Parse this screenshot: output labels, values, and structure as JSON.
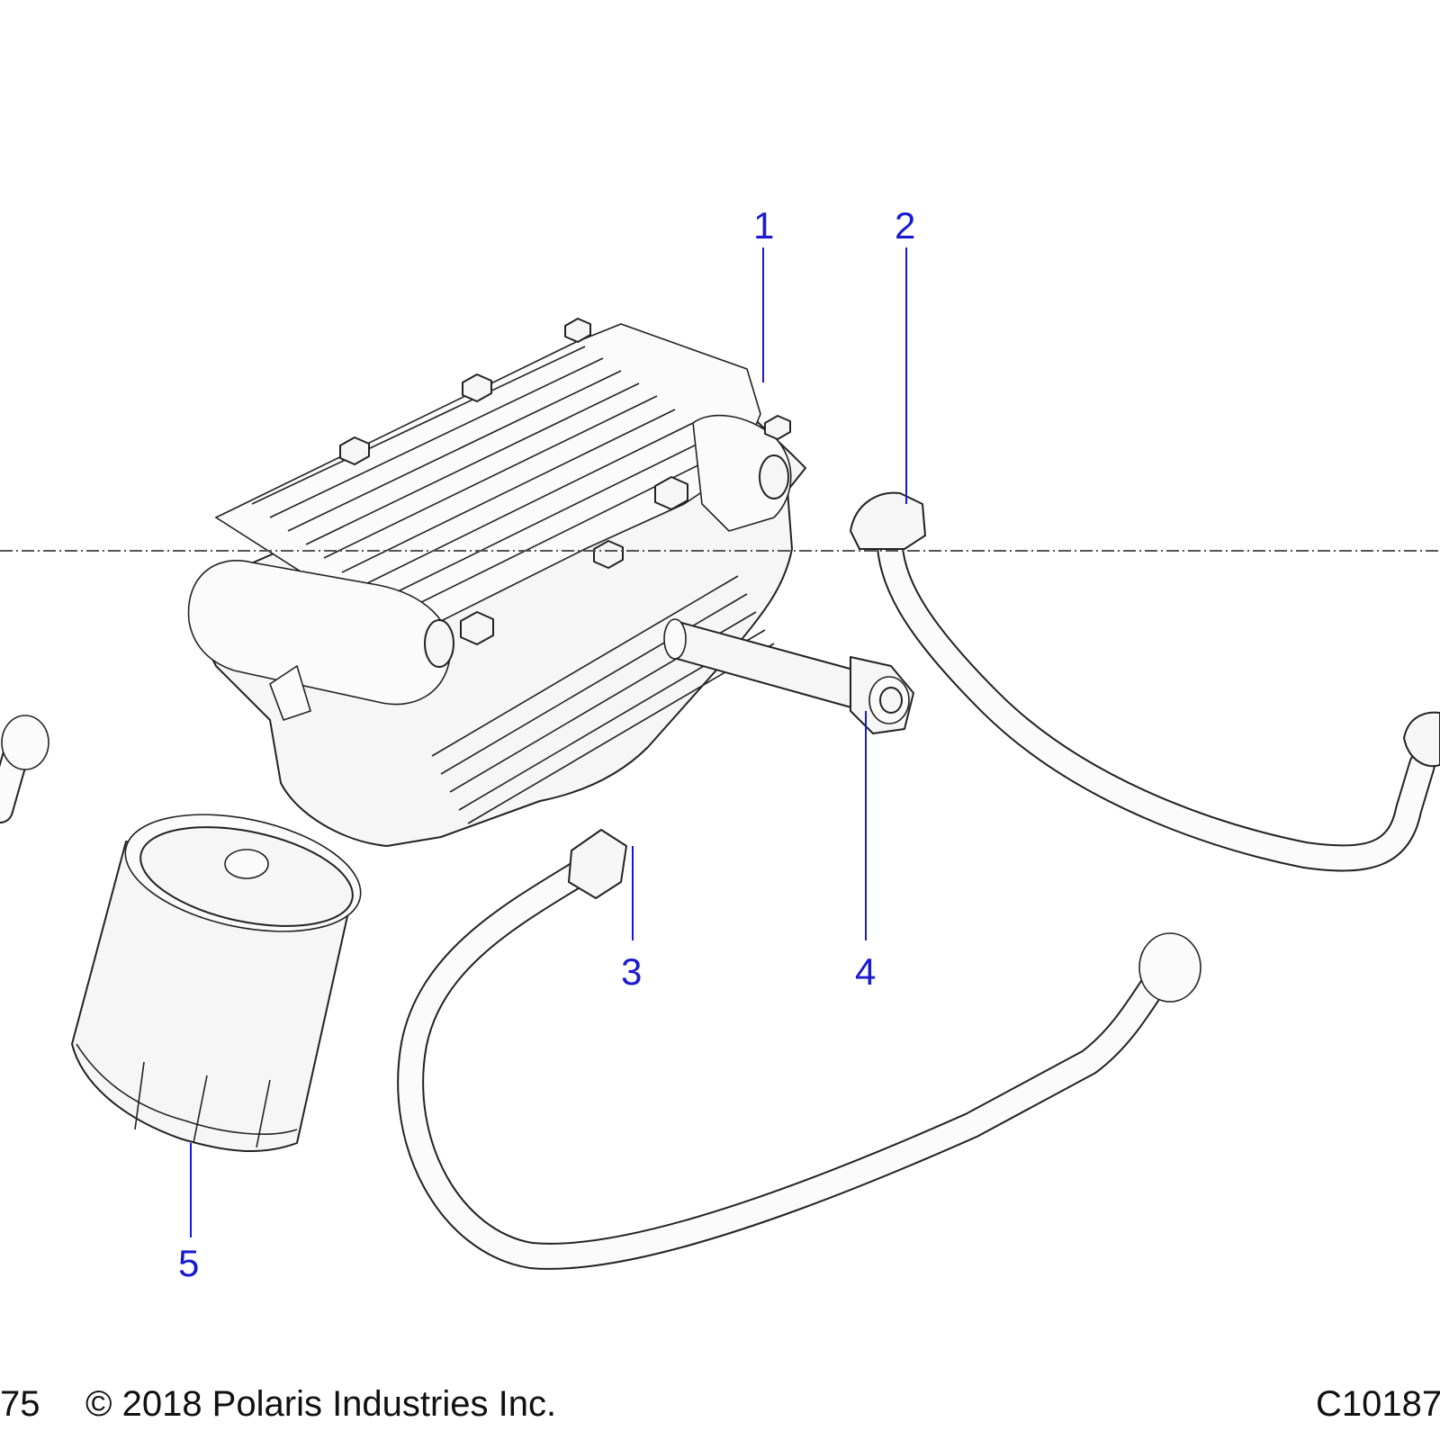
{
  "callouts": [
    {
      "id": "1",
      "label": "1"
    },
    {
      "id": "2",
      "label": "2"
    },
    {
      "id": "3",
      "label": "3"
    },
    {
      "id": "4",
      "label": "4"
    },
    {
      "id": "5",
      "label": "5"
    }
  ],
  "footer": {
    "page_fragment": "75",
    "copyright": "© 2018 Polaris Industries Inc.",
    "drawing_code": "C10187"
  },
  "colors": {
    "callout": "#1a1ad0",
    "line": "#222222",
    "fill": "#f6f6f6"
  }
}
